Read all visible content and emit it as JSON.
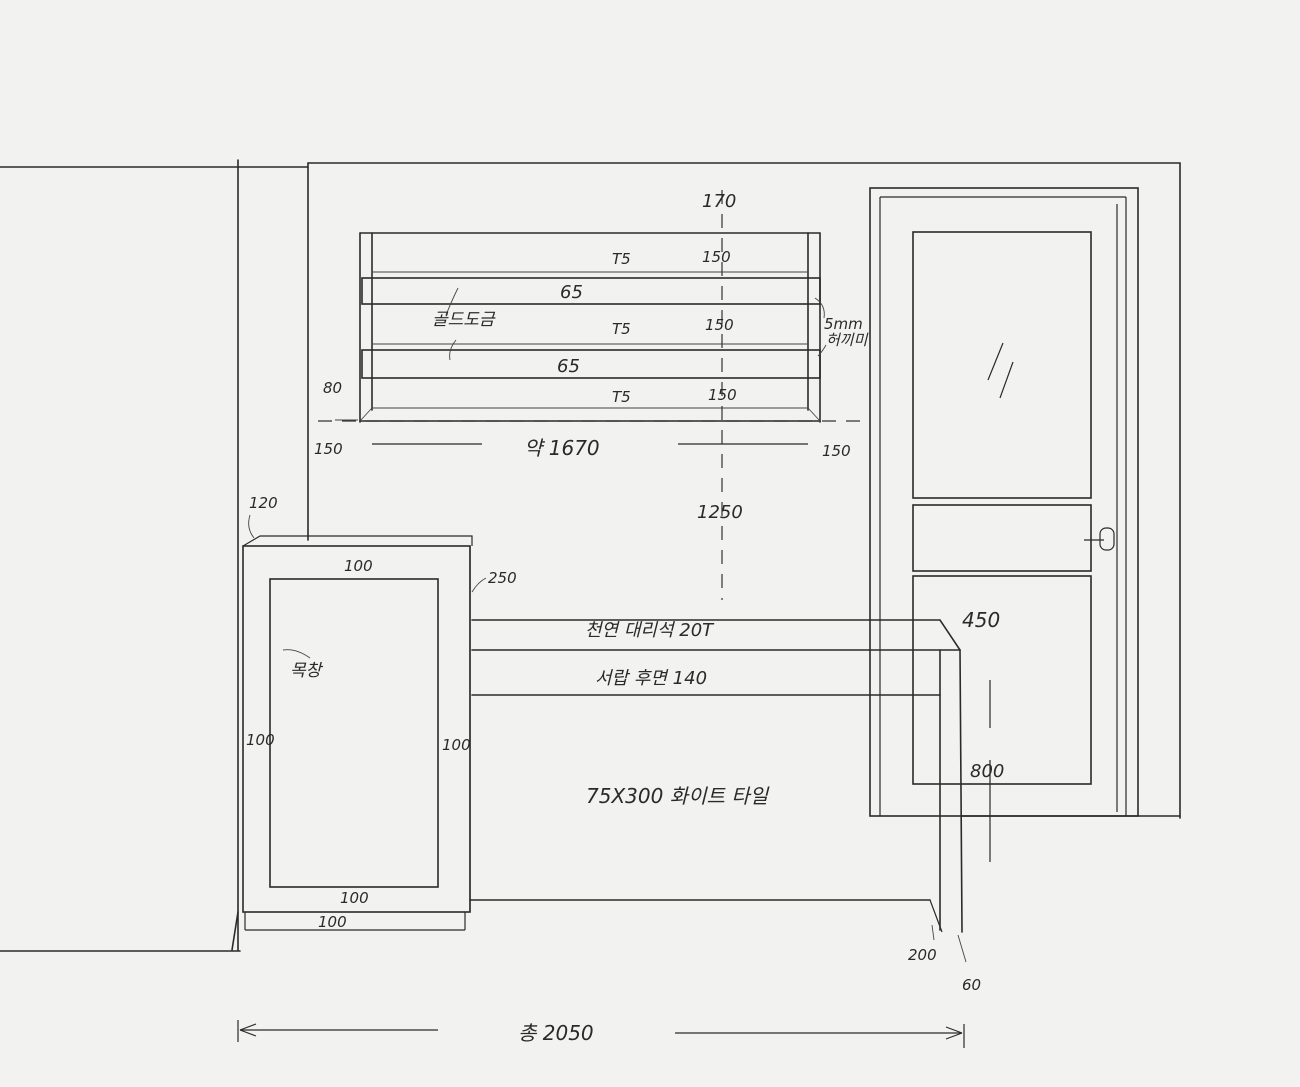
{
  "dimensions": {
    "top_center": "170",
    "shelf_gap_1": "150",
    "shelf_gap_2": "150",
    "shelf_gap_3": "150",
    "t5_1": "T5",
    "t5_2": "T5",
    "t5_3": "T5",
    "shelf_thickness_1": "65",
    "shelf_thickness_2": "65",
    "shelf_left_80": "80",
    "left_offset": "150",
    "right_offset": "150",
    "shelf_width": "약 1670",
    "shelf_to_counter": "1250",
    "cabinet_top": "120",
    "cabinet_frame_top": "100",
    "cabinet_frame_left": "100",
    "cabinet_frame_right": "100",
    "cabinet_frame_bottom": "100",
    "cabinet_base": "100",
    "cabinet_depth": "250",
    "counter_top_note": "천연 대리석 20T",
    "drawer_note": "서랍 후면 140",
    "door_handle_height": "450",
    "door_lower": "800",
    "leg_200": "200",
    "leg_60": "60",
    "total_width": "총 2050"
  },
  "notes": {
    "gold_plating": "골드도금",
    "mirror_edge_line1": "5mm",
    "mirror_edge_line2": "허끼미",
    "cabinet_label": "목창",
    "tile": "75X300 화이트 타일"
  }
}
